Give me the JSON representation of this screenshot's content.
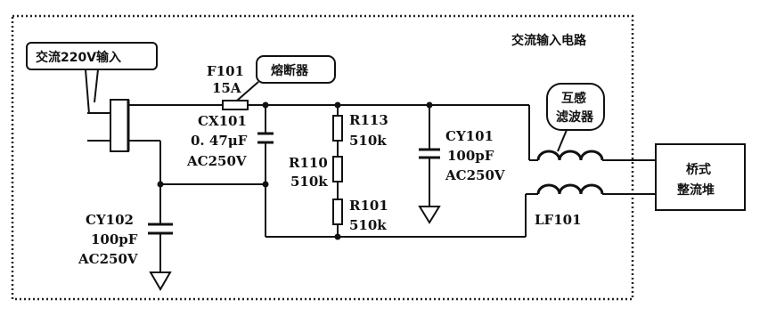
{
  "frame": {
    "title": "交流输入电路"
  },
  "callouts": {
    "input": "交流220V输入",
    "fuse": "熔断器",
    "choke_line1": "互感",
    "choke_line2": "滤波器"
  },
  "components": {
    "fuse": {
      "ref": "F101",
      "value": "15A"
    },
    "cx101": {
      "ref": "CX101",
      "value": "0. 47μF",
      "rating": "AC250V"
    },
    "cy102": {
      "ref": "CY102",
      "value": "100pF",
      "rating": "AC250V"
    },
    "r113": {
      "ref": "R113",
      "value": "510k"
    },
    "r110": {
      "ref": "R110",
      "value": "510k"
    },
    "r101": {
      "ref": "R101",
      "value": "510k"
    },
    "cy101": {
      "ref": "CY101",
      "value": "100pF",
      "rating": "AC250V"
    },
    "lf101": {
      "ref": "LF101"
    },
    "bridge": {
      "line1": "桥式",
      "line2": "整流堆"
    }
  }
}
